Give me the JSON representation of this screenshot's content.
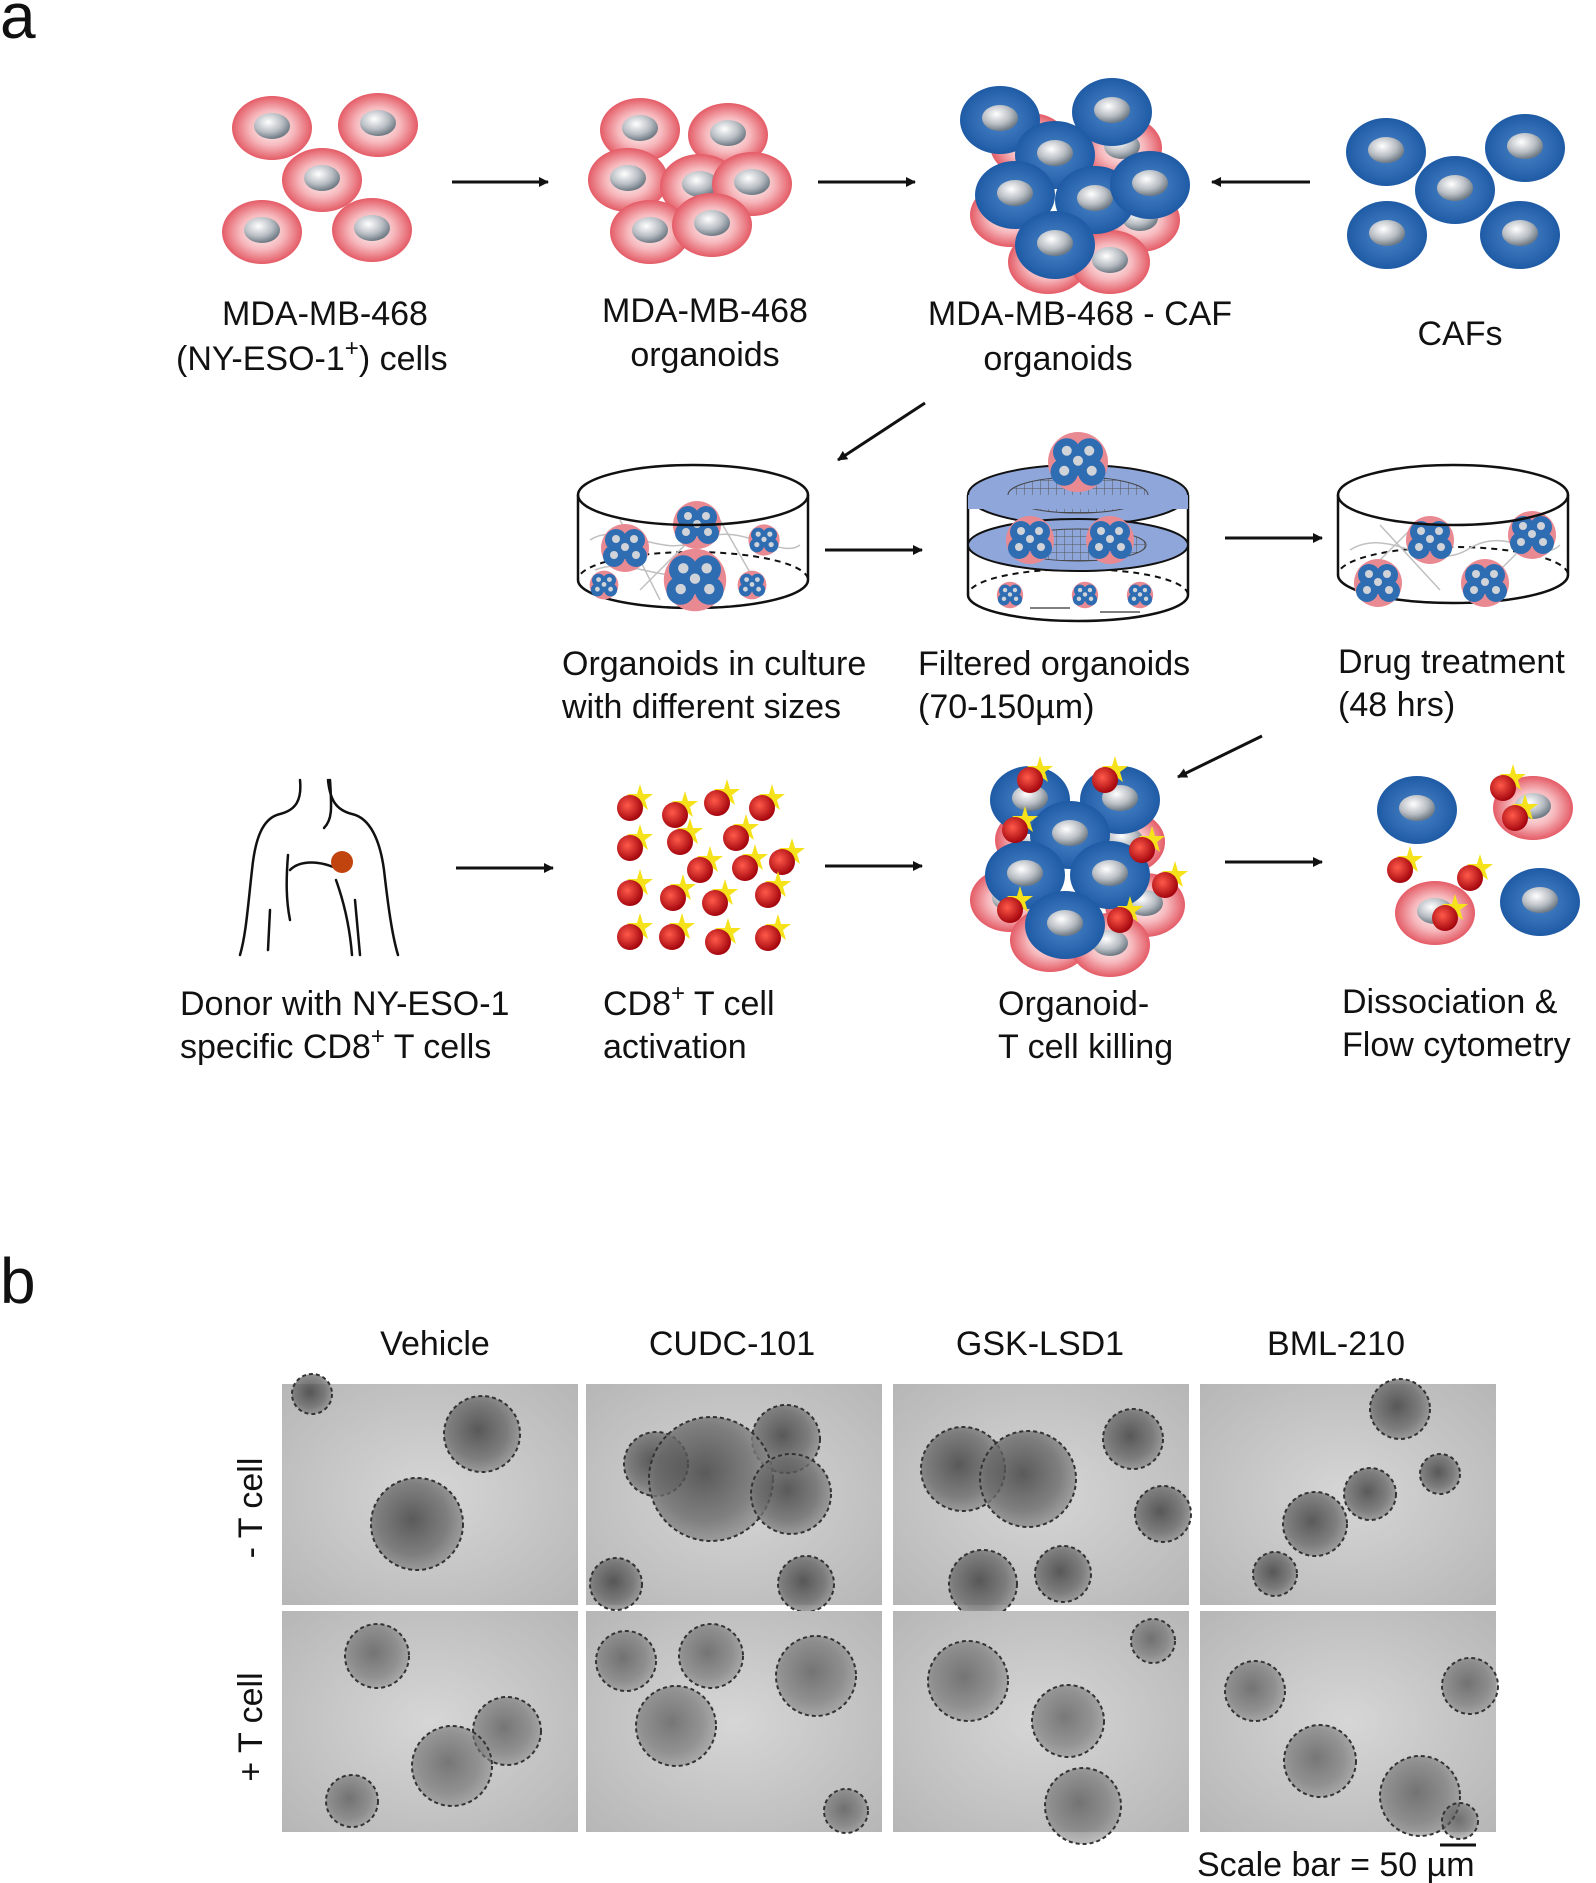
{
  "panel_a": {
    "letter": "a",
    "row1": {
      "cells_label": [
        "MDA-MB-468",
        "(NY-ESO-1",
        "+",
        ") cells"
      ],
      "organoids_label": [
        "MDA-MB-468",
        "organoids"
      ],
      "caf_organoids_label": [
        "MDA-MB-468 - CAF",
        "organoids"
      ],
      "cafs_label": "CAFs"
    },
    "row2": {
      "culture_label": [
        "Organoids in culture",
        "with different sizes"
      ],
      "filtered_label": [
        "Filtered organoids",
        "(70-150µm)"
      ],
      "drug_label": [
        "Drug treatment",
        "(48 hrs)"
      ]
    },
    "row3": {
      "donor_label": [
        "Donor with NY-ESO-1",
        "specific CD8",
        "+",
        " T cells"
      ],
      "activation_label": [
        "CD8",
        "+",
        " T cell",
        "activation"
      ],
      "killing_label": [
        "Organoid-",
        "T cell killing"
      ],
      "dissociation_label": [
        "Dissociation &",
        "Flow cytometry"
      ]
    }
  },
  "panel_b": {
    "letter": "b",
    "columns": [
      "Vehicle",
      "CUDC-101",
      "GSK-LSD1",
      "BML-210"
    ],
    "rows": [
      "- T cell",
      "+ T cell"
    ],
    "scale_bar": "Scale bar = 50 µm"
  },
  "colors": {
    "tumor_cell": "#e9707a",
    "caf_cell": "#2f6db3",
    "t_cell": "#c8141c",
    "star": "#f6e21a",
    "filter_disc": "#8fa6da",
    "micrograph_bg": "#c8c8c8"
  }
}
